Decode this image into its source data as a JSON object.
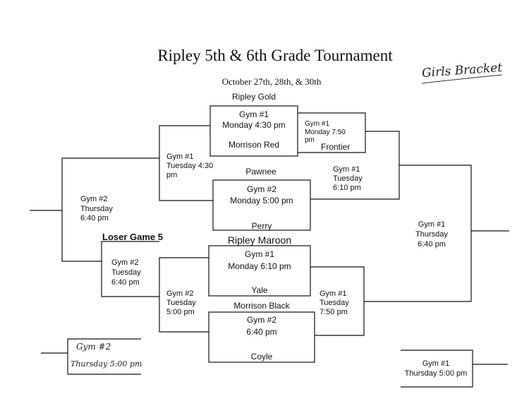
{
  "header": {
    "title": "Ripley 5th & 6th Grade Tournament",
    "dates": "October 27th, 28th, & 30th",
    "bracket_label": "Girls Bracket"
  },
  "round1": {
    "g1": {
      "team_top": "Ripley Gold",
      "gym": "Gym #1",
      "time": "Monday 4:30 pm",
      "team_bottom": "Morrison Red"
    },
    "g2": {
      "team_top": "Pawnee",
      "gym": "Gym #2",
      "time": "Monday 5:00 pm",
      "team_bottom": "Perry"
    },
    "g3": {
      "team_top": "Ripley Maroon",
      "gym": "Gym #1",
      "time": "Monday 6:10 pm",
      "team_bottom": "Yale"
    },
    "g4": {
      "team_top": "Morrison Black",
      "gym": "Gym #2",
      "time": "6:40 pm",
      "team_bottom": "Coyle"
    }
  },
  "round2": {
    "bye_game": {
      "gym": "Gym #1",
      "time": "Monday 7:50",
      "time_suffix": "pm",
      "team": "Frontier"
    },
    "left_top": {
      "gym": "Gym #1",
      "line2": "Tuesday 4:30",
      "line3": "pm"
    },
    "right_top": {
      "gym": "Gym #1",
      "line2": "Tuesday",
      "line3": "6:10 pm"
    },
    "left_bottom": {
      "gym": "Gym #2",
      "line2": "Tuesday",
      "line3": "5:00 pm"
    },
    "right_bottom": {
      "gym": "Gym #1",
      "line2": "Tuesday",
      "line3": "7:50 pm"
    }
  },
  "loser": {
    "label": "Loser Game 5",
    "game": {
      "gym": "Gym #2",
      "line2": "Tuesday",
      "line3": "6:40 pm"
    }
  },
  "left_final": {
    "gym": "Gym #2",
    "line2": "Thursday",
    "line3": "6:40 pm"
  },
  "championship": {
    "gym": "Gym #1",
    "line2": "Thursday",
    "line3": "6:40 pm"
  },
  "consolation_left": {
    "gym": "Gym #2",
    "time": "Thursday 5:00 pm"
  },
  "consolation_right": {
    "gym": "Gym #1",
    "time": "Thursday 5:00 pm"
  }
}
